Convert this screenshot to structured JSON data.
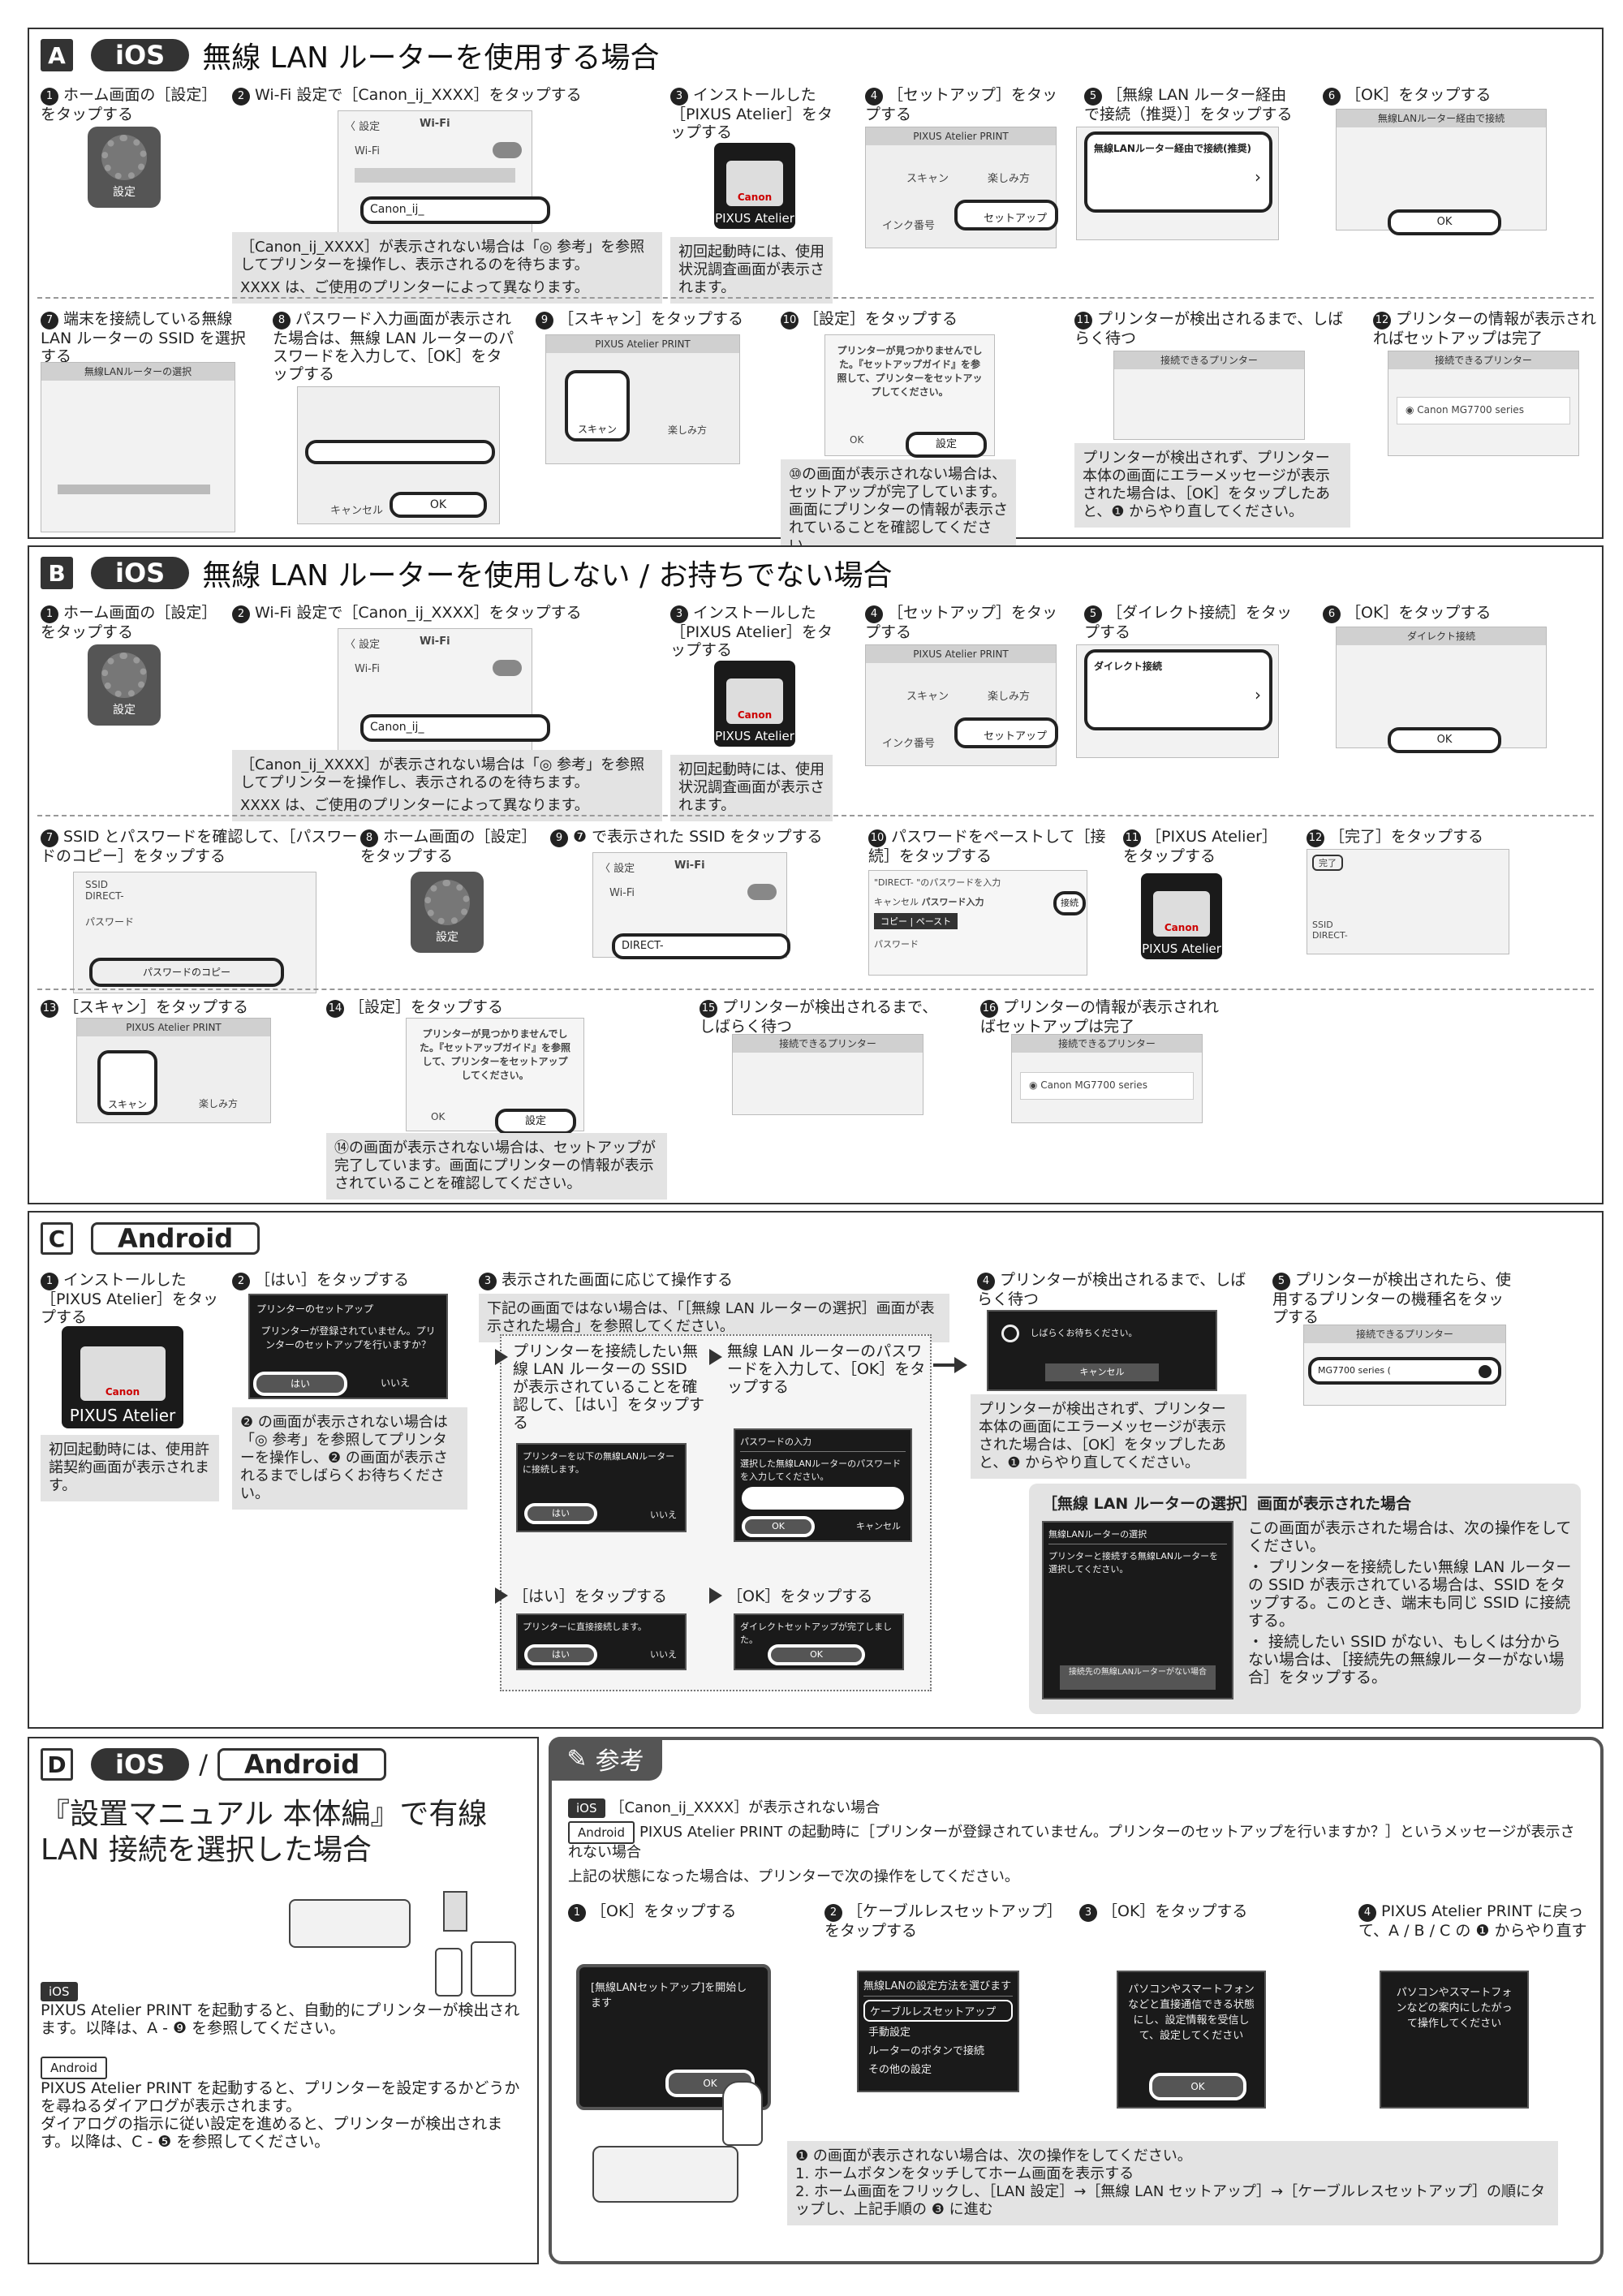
{
  "sectionA": {
    "letter": "A",
    "os": "iOS",
    "title": "無線 LAN ルーターを使用する場合",
    "s1": "ホーム画面の［設定］をタップする",
    "s1_icon": "設定",
    "s2": "Wi-Fi 設定で［Canon_ij_XXXX］をタップする",
    "s2_screen_back": "〈 設定",
    "s2_screen_title": "Wi-Fi",
    "s2_wifi": "Wi-Fi",
    "s2_ssid": "Canon_ij_",
    "s2_note1": "［Canon_ij_XXXX］が表示されない場合は「◎ 参考」を参照してプリンターを操作し、表示されるのを待ちます。",
    "s2_note2": "XXXX は、ご使用のプリンターによって異なります。",
    "s3": "インストールした［PIXUS Atelier］をタップする",
    "s3_icon": "PIXUS Atelier",
    "s3_note": "初回起動時には、使用状況調査画面が表示されます。",
    "s4": "［セットアップ］をタップする",
    "s4_title": "PIXUS Atelier PRINT",
    "s4_scan": "スキャン",
    "s4_fun": "楽しみ方",
    "s4_ink": "インク番号",
    "s4_setup": "セットアップ",
    "s5": "［無線 LAN ルーター経由で接続（推奨）］をタップする",
    "s5_head": "無線LANルーター経由で接続(推奨)",
    "s6": "［OK］をタップする",
    "s6_head": "無線LANルーター経由で接続",
    "s6_ok": "OK",
    "s7": "端末を接続している無線 LAN ルーターの SSID を選択する",
    "s7_head": "無線LANルーターの選択",
    "s8": "パスワード入力画面が表示された場合は、無線 LAN ルーターのパスワードを入力して、［OK］をタップする",
    "s8_cancel": "キャンセル",
    "s8_ok": "OK",
    "s9": "［スキャン］をタップする",
    "s9_title": "PIXUS Atelier PRINT",
    "s9_scan": "スキャン",
    "s9_fun": "楽しみ方",
    "s10": "［設定］をタップする",
    "s10_msg": "プリンターが見つかりませんでした。『セットアップガイド』を参照して、プリンターをセットアップしてください。",
    "s10_ok": "OK",
    "s10_set": "設定",
    "s10_note": "⑩の画面が表示されない場合は、セットアップが完了しています。画面にプリンターの情報が表示されていることを確認してください。",
    "s11": "プリンターが検出されるまで、しばらく待つ",
    "s11_head": "接続できるプリンター",
    "s11_note": "プリンターが検出されず、プリンター本体の画面にエラーメッセージが表示された場合は、［OK］をタップしたあと、❶ からやり直してください。",
    "s12": "プリンターの情報が表示されればセットアップは完了",
    "s12_head": "接続できるプリンター",
    "s12_printer": "Canon MG7700 series"
  },
  "sectionB": {
    "letter": "B",
    "os": "iOS",
    "title": "無線 LAN ルーターを使用しない / お持ちでない場合",
    "s1": "ホーム画面の［設定］をタップする",
    "s1_icon": "設定",
    "s2": "Wi-Fi 設定で［Canon_ij_XXXX］をタップする",
    "s2_screen_back": "〈 設定",
    "s2_screen_title": "Wi-Fi",
    "s2_wifi": "Wi-Fi",
    "s2_ssid": "Canon_ij_",
    "s2_note1": "［Canon_ij_XXXX］が表示されない場合は「◎ 参考」を参照してプリンターを操作し、表示されるのを待ちます。",
    "s2_note2": "XXXX は、ご使用のプリンターによって異なります。",
    "s3": "インストールした［PIXUS Atelier］をタップする",
    "s3_icon": "PIXUS Atelier",
    "s3_note": "初回起動時には、使用状況調査画面が表示されます。",
    "s4": "［セットアップ］をタップする",
    "s4_title": "PIXUS Atelier PRINT",
    "s4_scan": "スキャン",
    "s4_fun": "楽しみ方",
    "s4_ink": "インク番号",
    "s4_setup": "セットアップ",
    "s5": "［ダイレクト接続］をタップする",
    "s5_head": "ダイレクト接続",
    "s6": "［OK］をタップする",
    "s6_head": "ダイレクト接続",
    "s6_ok": "OK",
    "s7": "SSID とパスワードを確認して、［パスワードのコピー］をタップする",
    "s7_ssid": "SSID",
    "s7_direct": "DIRECT-",
    "s7_pw": "パスワード",
    "s7_copy": "パスワードのコピー",
    "s8": "ホーム画面の［設定］をタップする",
    "s8_icon": "設定",
    "s9": "❼ で表示された SSID をタップする",
    "s9_back": "〈 設定",
    "s9_title": "Wi-Fi",
    "s9_wifi": "Wi-Fi",
    "s9_direct": "DIRECT-",
    "s10": "パスワードをペーストして［接続］をタップする",
    "s10_head": "\"DIRECT-            \"のパスワードを入力",
    "s10_cancel": "キャンセル",
    "s10_pwinput": "パスワード入力",
    "s10_connect": "接続",
    "s10_copy": "コピー",
    "s10_paste": "ペースト",
    "s10_pw": "パスワード",
    "s11": "［PIXUS Atelier］をタップする",
    "s11_icon": "PIXUS Atelier",
    "s12": "［完了］をタップする",
    "s12_done": "完了",
    "s12_ssid": "SSID",
    "s12_direct": "DIRECT-",
    "s13": "［スキャン］をタップする",
    "s13_title": "PIXUS Atelier PRINT",
    "s13_scan": "スキャン",
    "s13_fun": "楽しみ方",
    "s14": "［設定］をタップする",
    "s14_msg": "プリンターが見つかりませんでした。『セットアップガイド』を参照して、プリンターをセットアップしてください。",
    "s14_ok": "OK",
    "s14_set": "設定",
    "s14_note": "⑭の画面が表示されない場合は、セットアップが完了しています。画面にプリンターの情報が表示されていることを確認してください。",
    "s15": "プリンターが検出されるまで、しばらく待つ",
    "s15_head": "接続できるプリンター",
    "s16": "プリンターの情報が表示されればセットアップは完了",
    "s16_head": "接続できるプリンター",
    "s16_printer": "Canon MG7700 series"
  },
  "sectionC": {
    "letter": "C",
    "os": "Android",
    "s1": "インストールした［PIXUS Atelier］をタップする",
    "s1_icon": "PIXUS Atelier",
    "s1_note": "初回起動時には、使用許諾契約画面が表示されます。",
    "s2": "［はい］をタップする",
    "s2_head": "プリンターのセットアップ",
    "s2_msg": "プリンターが登録されていません。プリンターのセットアップを行いますか？",
    "s2_yes": "はい",
    "s2_no": "いいえ",
    "s2_note": "❷ の画面が表示されない場合は「◎ 参考」を参照してプリンターを操作し、❷ の画面が表示されるまでしばらくお待ちください。",
    "s3": "表示された画面に応じて操作する",
    "s3_note": "下記の画面ではない場合は、「［無線 LAN ルーターの選択］画面が表示された場合」を参照してください。",
    "s3_a": "プリンターを接続したい無線 LAN ルーターの SSID が表示されていることを確認して、［はい］をタップする",
    "s3_a_screen": "プリンターを以下の無線LANルーターに接続します。",
    "s3_a_yes": "はい",
    "s3_a_no": "いいえ",
    "s3_b": "無線 LAN ルーターのパスワードを入力して、［OK］をタップする",
    "s3_b_head": "パスワードの入力",
    "s3_b_msg": "選択した無線LANルーターのパスワードを入力してください。",
    "s3_b_ok": "OK",
    "s3_b_cancel": "キャンセル",
    "s3_c": "［はい］をタップする",
    "s3_c_screen": "プリンターに直接接続します。",
    "s3_c_yes": "はい",
    "s3_c_no": "いいえ",
    "s3_d": "［OK］をタップする",
    "s3_d_screen": "ダイレクトセットアップが完了しました。",
    "s3_d_ok": "OK",
    "s4": "プリンターが検出されるまで、しばらく待つ",
    "s4_wait": "しばらくお待ちください。",
    "s4_cancel": "キャンセル",
    "s4_note": "プリンターが検出されず、プリンター本体の画面にエラーメッセージが表示された場合は、［OK］をタップしたあと、❶ からやり直してください。",
    "s5": "プリンターが検出されたら、使用するプリンターの機種名をタップする",
    "s5_head": "接続できるプリンター",
    "s5_printer": "MG7700 series (",
    "router_title": "［無線 LAN ルーターの選択］画面が表示された場合",
    "router_screen_head": "無線LANルーターの選択",
    "router_screen_msg": "プリンターと接続する無線LANルーターを選択してください。",
    "router_screen_btn": "接続先の無線LANルーターがない場合",
    "router_desc": "この画面が表示された場合は、次の操作をしてください。",
    "router_b1": "・ プリンターを接続したい無線 LAN ルーターの SSID が表示されている場合は、SSID をタップする。このとき、端末も同じ SSID に接続する。",
    "router_b2": "・ 接続したい SSID がない、もしくは分からない場合は、［接続先の無線ルーターがない場合］をタップする。"
  },
  "sectionD": {
    "letter": "D",
    "os1": "iOS",
    "slash": "/",
    "os2": "Android",
    "title": "『設置マニュアル 本体編』で有線 LAN 接続を選択した場合",
    "ios_badge": "iOS",
    "ios_text": "PIXUS Atelier PRINT を起動すると、自動的にプリンターが検出されます。以降は、A - ❾ を参照してください。",
    "android_badge": "Android",
    "android_text1": "PIXUS Atelier PRINT を起動すると、プリンターを設定するかどうかを尋ねるダイアログが表示されます。",
    "android_text2": "ダイアログの指示に従い設定を進めると、プリンターが検出されます。以降は、C - ❺ を参照してください。"
  },
  "reference": {
    "tab": "参考",
    "ios_badge": "iOS",
    "ios_line": "［Canon_ij_XXXX］が表示されない場合",
    "android_badge": "Android",
    "android_line": "PIXUS Atelier PRINT の起動時に［プリンターが登録されていません。プリンターのセットアップを行いますか？］というメッセージが表示されない場合",
    "intro": "上記の状態になった場合は、プリンターで次の操作をしてください。",
    "r1": "［OK］をタップする",
    "r1_screen": "[無線LANセットアップ]を開始します",
    "r1_ok": "OK",
    "r2": "［ケーブルレスセットアップ］をタップする",
    "r2_head": "無線LANの設定方法を選びます",
    "r2_items": [
      "ケーブルレスセットアップ",
      "手動設定",
      "ルーターのボタンで接続",
      "その他の設定"
    ],
    "r3": "［OK］をタップする",
    "r3_screen": "パソコンやスマートフォンなどと直接通信できる状態にし、設定情報を受信して、設定してください",
    "r3_ok": "OK",
    "r4": "PIXUS Atelier PRINT に戻って、A / B / C の ❶ からやり直す",
    "r4_screen": "パソコンやスマートフォンなどの案内にしたがって操作してください",
    "note_title": "❶ の画面が表示されない場合は、次の操作をしてください。",
    "note_1": "1. ホームボタンをタッチしてホーム画面を表示する",
    "note_2": "2. ホーム画面をフリックし、［LAN 設定］→［無線 LAN セットアップ］→［ケーブルレスセットアップ］の順にタップし、上記手順の ❸ に進む"
  }
}
